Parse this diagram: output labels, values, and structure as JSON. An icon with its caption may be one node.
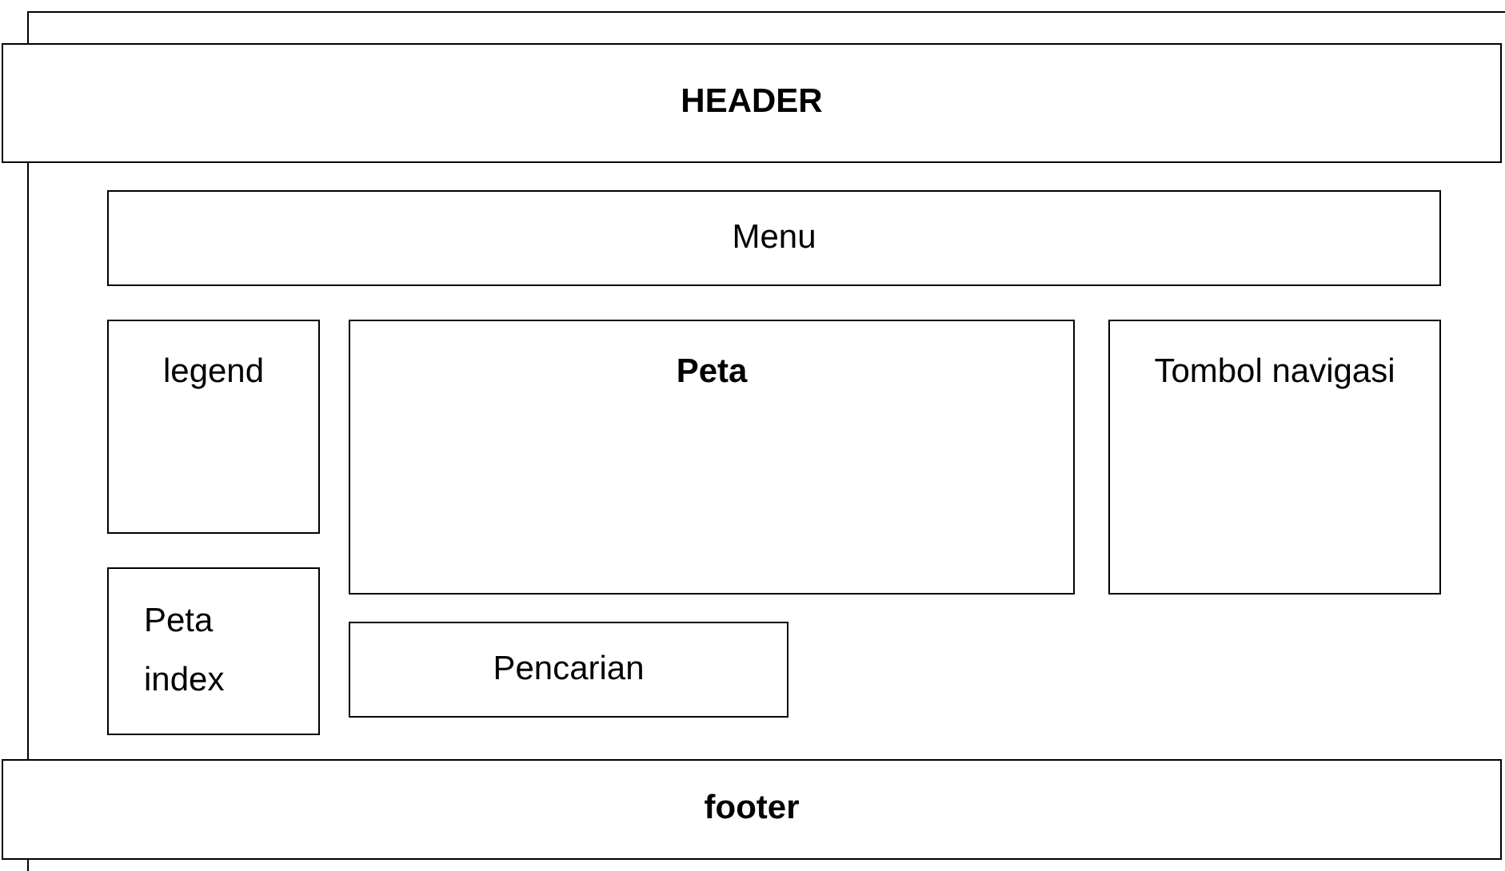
{
  "diagram": {
    "nodes": [
      {
        "text": [
          "HEADER"
        ]
      },
      {
        "text": [
          "Menu"
        ]
      },
      {
        "text": [
          "legend"
        ]
      },
      {
        "text": [
          "Peta"
        ]
      },
      {
        "text": [
          "Tombol navigasi"
        ]
      },
      {
        "text": [
          "Peta index"
        ]
      },
      {
        "text": [
          "Pencarian"
        ]
      },
      {
        "text": [
          "footer"
        ]
      }
    ]
  }
}
